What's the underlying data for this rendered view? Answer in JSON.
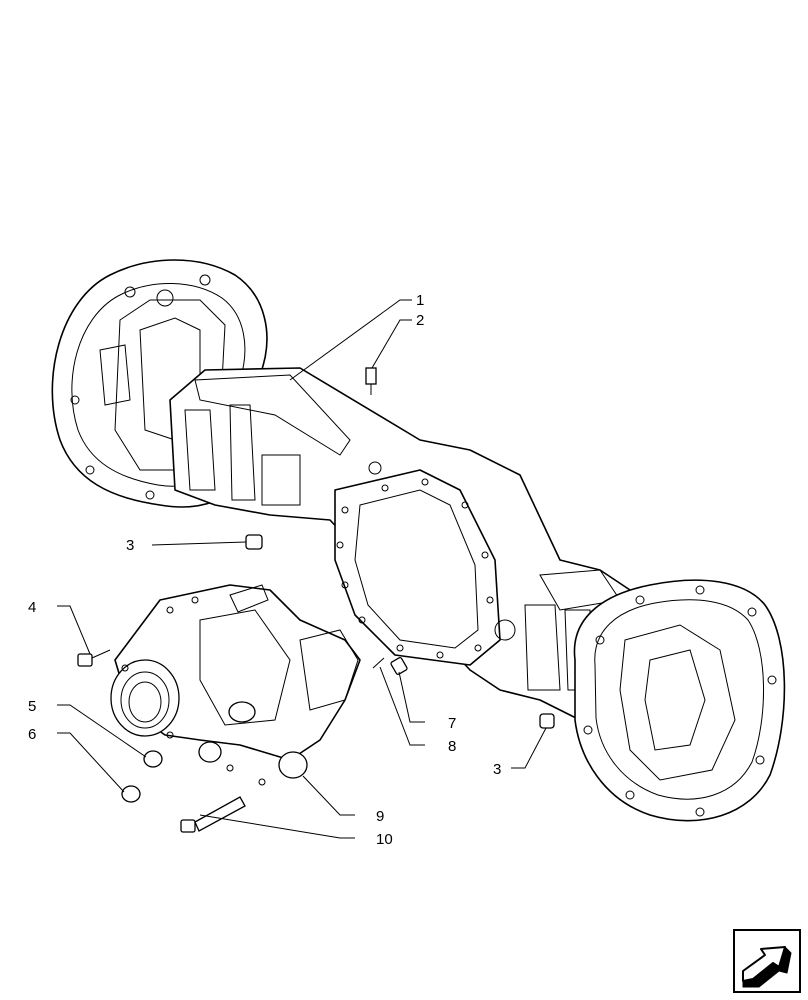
{
  "diagram": {
    "callouts": [
      {
        "id": "c1",
        "label": "1"
      },
      {
        "id": "c2",
        "label": "2"
      },
      {
        "id": "c3a",
        "label": "3"
      },
      {
        "id": "c3b",
        "label": "3"
      },
      {
        "id": "c4",
        "label": "4"
      },
      {
        "id": "c5",
        "label": "5"
      },
      {
        "id": "c6",
        "label": "6"
      },
      {
        "id": "c7",
        "label": "7"
      },
      {
        "id": "c8",
        "label": "8"
      },
      {
        "id": "c9",
        "label": "9"
      },
      {
        "id": "c10",
        "label": "10"
      }
    ]
  },
  "navigation": {
    "icon": "next-page-arrow-icon"
  }
}
